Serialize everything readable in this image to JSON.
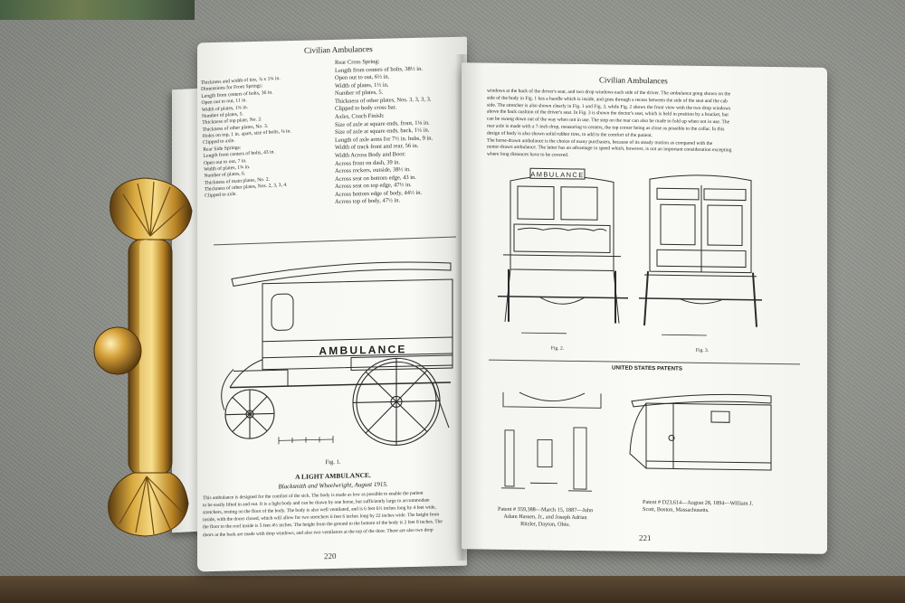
{
  "left_page": {
    "running_head": "Civilian Ambulances",
    "folio": "220",
    "front_spring_specs": [
      "Thickness and width of tire, ⅞ x 1¾ in.",
      "Dimensions for Front Springs:",
      "Length from centers of bolts, 36 in.",
      "Open out to out, 11 in.",
      "Width of plates, 1¾ in.",
      "Number of plates, 5.",
      "Thickness of top plate, No. 2.",
      "Thickness of other plates, No. 3.",
      "Holes on top, 1 in. apart, size of bolts, ⅜ in.",
      "Clipped to axle.",
      "Rear Side Springs:",
      "Length from centers of bolts, 43 in.",
      "Open out to out, 7 in.",
      "Width of plates, 1¾ in.",
      "Number of plates, 6.",
      "Thickness of main plates, No. 2.",
      "Thickness of other plates, Nos. 2, 3, 3, 4.",
      "Clipped to axle."
    ],
    "rear_specs": [
      "Rear Cross Spring:",
      "Length from centers of bolts, 38½ in.",
      "Open out to out, 6½ in.",
      "Width of plates, 1½ in.",
      "Number of plates, 5.",
      "Thickness of other plates, Nos. 3, 3, 3, 3.",
      "Clipped to body cross bar.",
      "Axles, Coach Finish:",
      "Size of axle at square ends, front, 1⅛ in.",
      "Size of axle at square ends, back, 1¼ in.",
      "Length of axle arms for 7½ in. hubs, 9 in.",
      "Width of track front and rear, 56 in.",
      "Width Across Body and Boot:",
      "Across front on dash, 39 in.",
      "Across rockers, outside, 38½ in.",
      "Across seat on bottom edge, 43 in.",
      "Across seat on top edge, 47½ in.",
      "Across bottom edge of body, 44½ in.",
      "Across top of body, 47½ in."
    ],
    "plate_lettering": "AMBULANCE",
    "fig_label": "Fig. 1.",
    "caption_title": "A LIGHT AMBULANCE.",
    "caption_source": "Blacksmith and Wheelwright, August 1915.",
    "body_lines": [
      "This ambulance is designed for the comfort of the sick. The body is made as low as possible to enable the patient",
      "to be easily lifted in and out. It is a light body and can be drawn by one horse, but sufficiently large to accommodate",
      "stretchers, resting on the floor of the body. The body is also well ventilated, and is 6 feet 6½ inches long by 4 feet wide,",
      "inside, with the doors closed, which will allow for two stretchers 6 feet 6 inches long by 22 inches wide. The height from",
      "the floor to the roof inside is 5 feet 4½ inches. The height from the ground to the bottom of the body is 2 feet 8 inches. The",
      "doors at the back are made with drop windows, and also two ventilators at the top of the door. There are also two drop"
    ]
  },
  "right_page": {
    "running_head": "Civilian Ambulances",
    "folio": "221",
    "body_lines": [
      "windows at the back of the driver's seat, and two drop windows each side of the driver. The ambulance gong shown on the",
      "side of the body in Fig. 1 has a handle which is inside, and goes through a recess between the side of the seat and the cab",
      "side. The stretcher is also shown clearly in Fig. 1 and Fig. 3, while Fig. 2 shows the front view with the two drop windows",
      "above the back cushion of the driver's seat. In Fig. 3 is shown the doctor's seat, which is held in position by a bracket, but",
      "can be swung down out of the way when not in use. The step on the rear can also be made to fold up when not in use. The",
      "rear axle is made with a 7-inch drop, measuring to centers, the top corner being as close as possible to the collar. In this",
      "design of body is also shown solid rubber tires, to add to the comfort of the patient.",
      "The horse-drawn ambulance is the choice of many purchasers, because of its steady motion as compared with the",
      "motor-drawn ambulance. The latter has an advantage in speed which, however, is not an important consideration excepting",
      "where long distances have to be covered."
    ],
    "plate_lettering": "AMBULANCE",
    "fig2_label": "Fig. 2.",
    "fig3_label": "Fig. 3.",
    "patents_heading": "UNITED STATES PATENTS",
    "patent_left_lines": [
      "Patent # 359,388—March 15, 1887—John",
      "Adam Hassen, Jr., and Joseph Adrian",
      "Ritzler, Dayton, Ohio."
    ],
    "patent_right_lines": [
      "Patent # D23,614—August 28, 1894—William J.",
      "Scott, Boston, Massachusetts."
    ]
  }
}
